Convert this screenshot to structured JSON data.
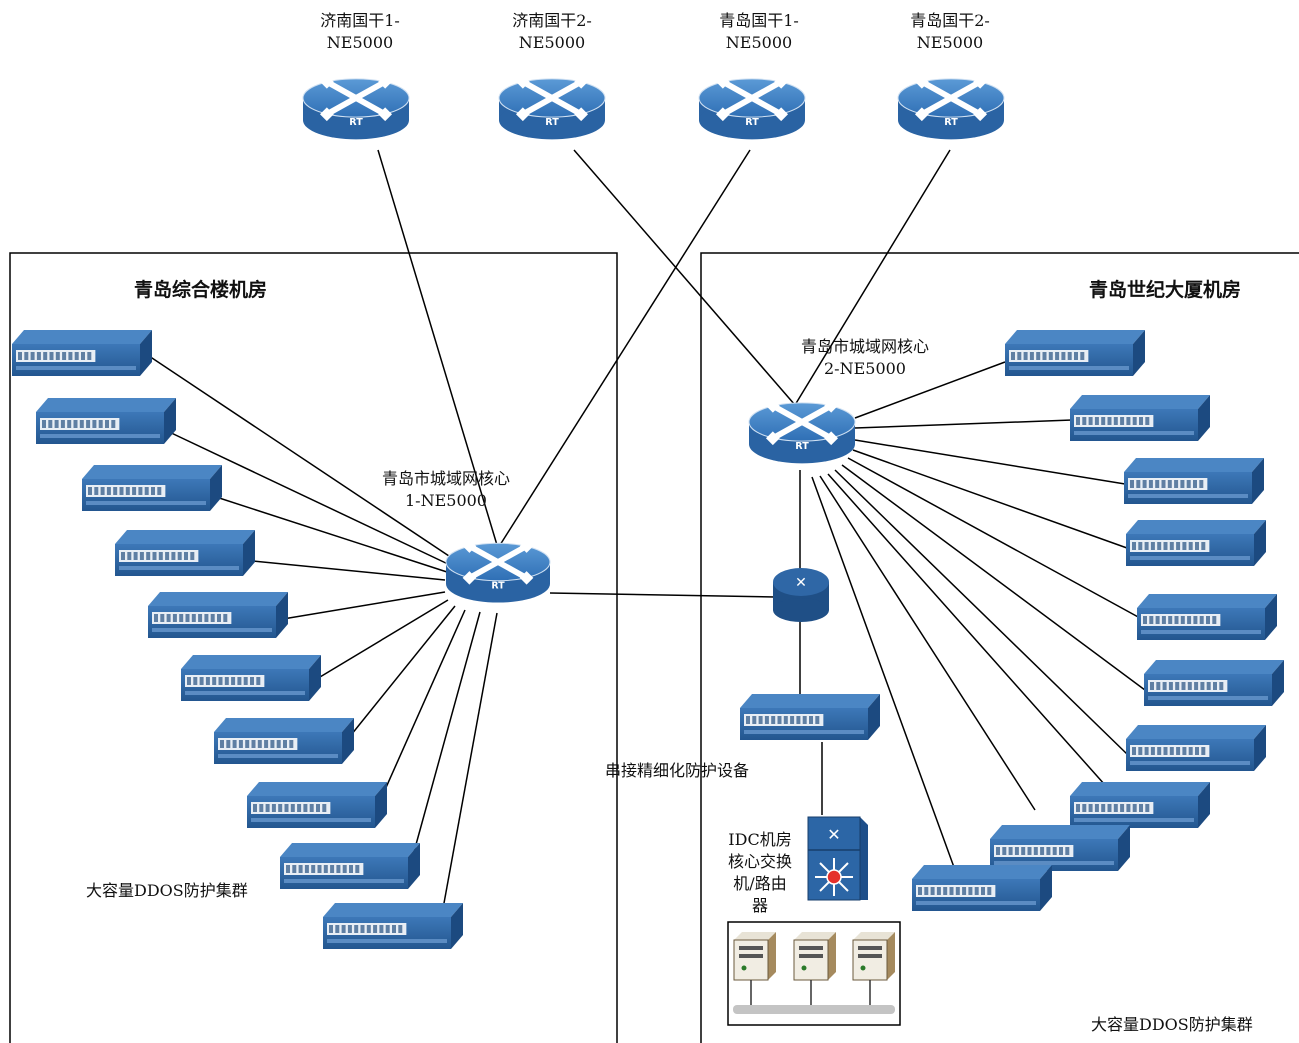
{
  "backbone_routers": [
    {
      "line1": "济南国干1-",
      "line2": "NE5000",
      "badge": "RT"
    },
    {
      "line1": "济南国干2-",
      "line2": "NE5000",
      "badge": "RT"
    },
    {
      "line1": "青岛国干1-",
      "line2": "NE5000",
      "badge": "RT"
    },
    {
      "line1": "青岛国干2-",
      "line2": "NE5000",
      "badge": "RT"
    }
  ],
  "left_room": {
    "title": "青岛综合楼机房",
    "core_router": {
      "line1": "青岛市城域网核心",
      "line2": "1-NE5000",
      "badge": "RT"
    },
    "cluster_label": "大容量DDOS防护集群",
    "device_count": 10
  },
  "right_room": {
    "title": "青岛世纪大厦机房",
    "core_router": {
      "line1": "青岛市城域网核心",
      "line2": "2-NE5000",
      "badge": "RT"
    },
    "cluster_label": "大容量DDOS防护集群",
    "device_count": 11
  },
  "inline_device_label": "串接精细化防护设备",
  "idc_core_label": [
    "IDC机房",
    "核心交换",
    "机/路由",
    "器"
  ],
  "server_count": 3,
  "colors": {
    "router_fill": "#3a7ec2",
    "router_dark": "#1f5a99",
    "device_fill": "#2f69a8",
    "line": "#000000",
    "server": "#c9a878"
  }
}
